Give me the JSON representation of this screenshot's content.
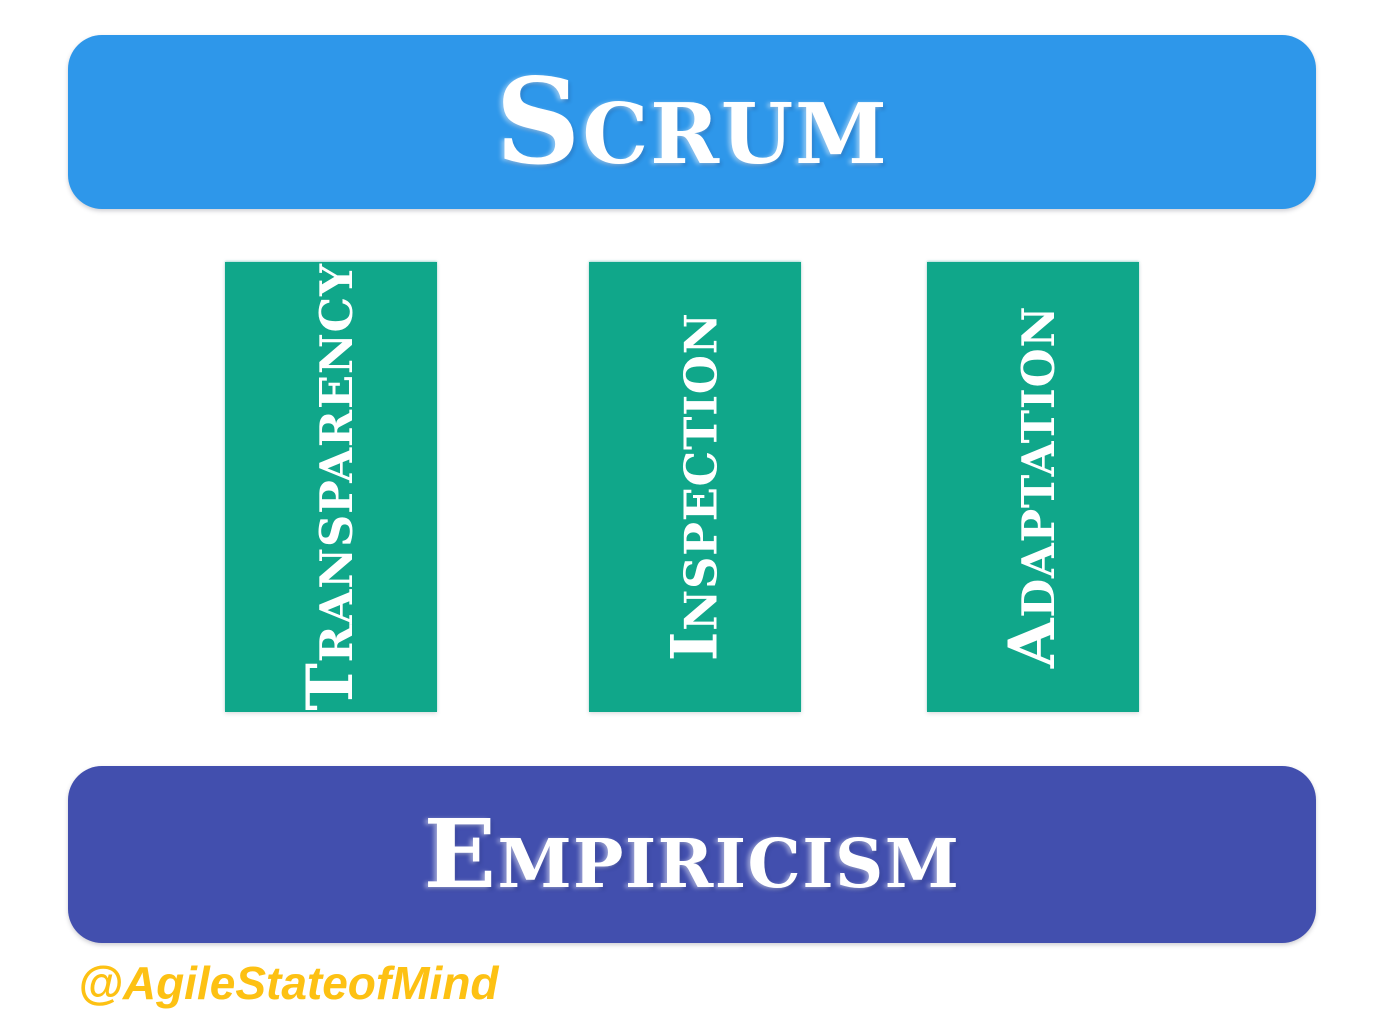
{
  "diagram": {
    "title": "Scrum",
    "foundation": "Empiricism",
    "pillars": [
      {
        "label": "Transparency"
      },
      {
        "label": "Inspection"
      },
      {
        "label": "Adaptation"
      }
    ],
    "watermark": "@AgileStateofMind",
    "colors": {
      "title_bg": "#2e97ea",
      "pillar_bg": "#10a78a",
      "foundation_bg": "#424fae",
      "text": "#ffffff",
      "watermark": "#fdc113",
      "background": "#ffffff"
    }
  }
}
